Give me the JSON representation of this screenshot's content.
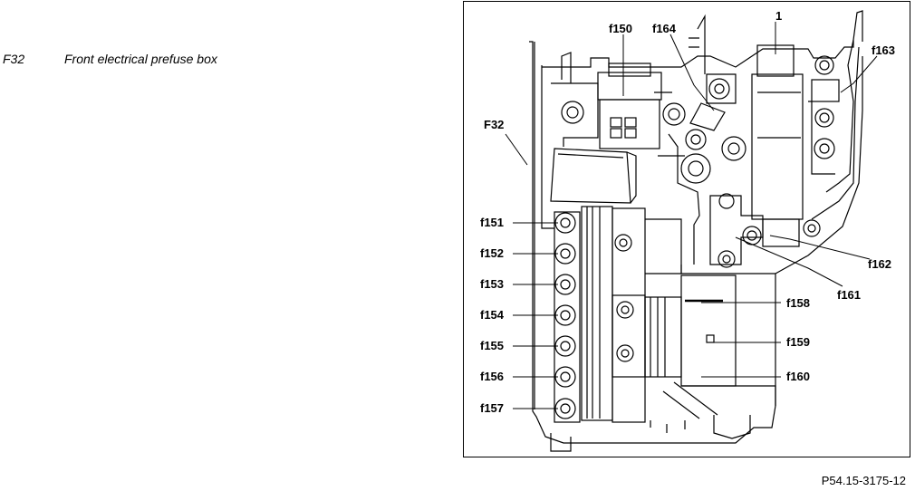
{
  "legend": {
    "code": "F32",
    "description": "Front electrical prefuse box"
  },
  "figure": {
    "labels": {
      "f150": "f150",
      "f164": "f164",
      "one": "1",
      "f163": "f163",
      "F32": "F32",
      "f151": "f151",
      "f152": "f152",
      "f153": "f153",
      "f154": "f154",
      "f155": "f155",
      "f156": "f156",
      "f157": "f157",
      "f158": "f158",
      "f159": "f159",
      "f160": "f160",
      "f161": "f161",
      "f162": "f162"
    }
  },
  "reference": "P54.15-3175-12"
}
